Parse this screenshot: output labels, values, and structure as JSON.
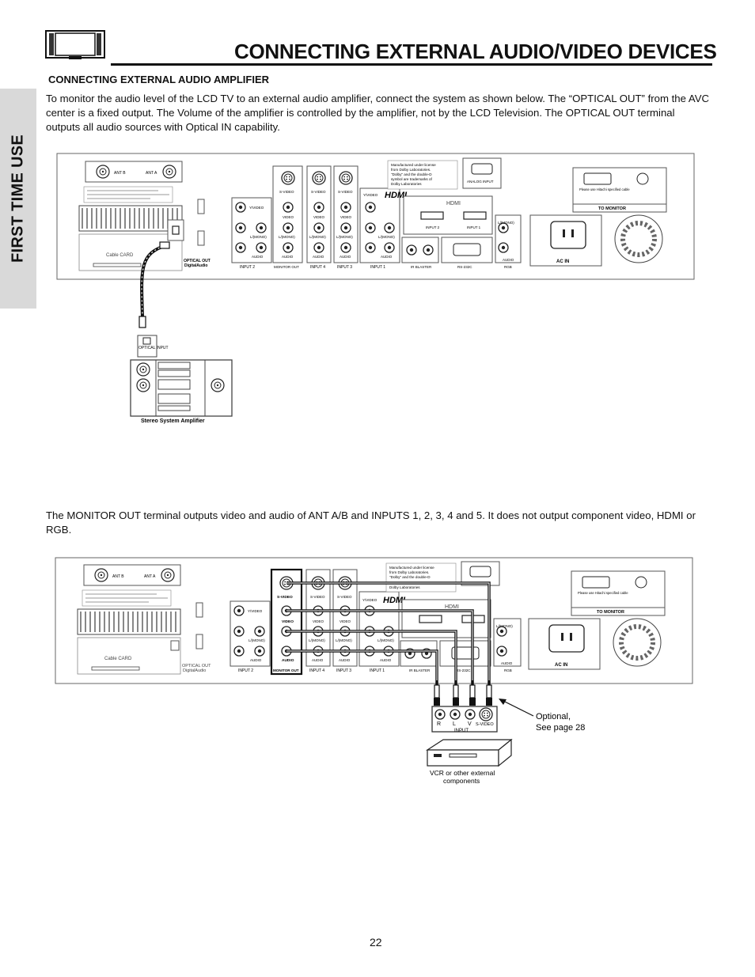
{
  "header": {
    "title": "CONNECTING EXTERNAL AUDIO/VIDEO DEVICES",
    "side_tab": "FIRST TIME USE"
  },
  "section1": {
    "heading": "CONNECTING EXTERNAL AUDIO AMPLIFIER",
    "paragraph": "To monitor the audio level of the LCD TV to an external audio amplifier, connect the system as shown below.  The “OPTICAL OUT” from the AVC center is a fixed output.  The Volume of the amplifier is controlled by the amplifier, not by the LCD Television.  The OPTICAL OUT terminal outputs all audio sources with Optical IN capability."
  },
  "section2": {
    "paragraph": "The MONITOR OUT terminal outputs video and audio of ANT A/B and INPUTS 1, 2, 3, 4 and 5.  It does not output component video, HDMI or RGB."
  },
  "panel": {
    "ant_b": "ANT B",
    "ant_a": "ANT A",
    "cable_card": "Cable CARD",
    "optical_out": "OPTICAL OUT",
    "digital_audio": "DigitalAudio",
    "input2": "INPUT 2",
    "monitor_out": "MONITOR OUT",
    "input4": "INPUT 4",
    "input3": "INPUT 3",
    "input1": "INPUT 1",
    "s_video": "S-VIDEO",
    "y_video": "Y/VIDEO",
    "video": "VIDEO",
    "l_mono": "L/(MONO)",
    "audio": "AUDIO",
    "hdmi_logo": "HDMI",
    "hdmi": "HDMI",
    "input_hdmi2": "INPUT 2",
    "input_hdmi1": "INPUT 1",
    "ir_blaster": "IR BLASTER",
    "rs232c": "RS-232C",
    "rgb": "RGB",
    "analog_input": "ANALOG INPUT",
    "to_monitor": "TO MONITOR",
    "ac_in": "AC IN",
    "dolby_1": "Manufactured under license",
    "dolby_2": "from Dolby Laboratories.",
    "dolby_3": "\"Dolby\" and the double-D",
    "dolby_4": "symbol are trademarks of",
    "dolby_5": "Dolby Laboratories",
    "cable_note": "Please use Hitachi specified cable"
  },
  "amplifier": {
    "optical_input": "OPTICAL INPUT",
    "label": "Stereo System Amplifier"
  },
  "vcr": {
    "jack_r": "R",
    "jack_l": "L",
    "jack_v": "V",
    "jack_svideo": "S-VIDEO",
    "input": "INPUT",
    "label_line1": "VCR or other external",
    "label_line2": "components",
    "optional_line1": "Optional,",
    "optional_line2": "See page 28"
  },
  "footer": {
    "page_number": "22"
  }
}
